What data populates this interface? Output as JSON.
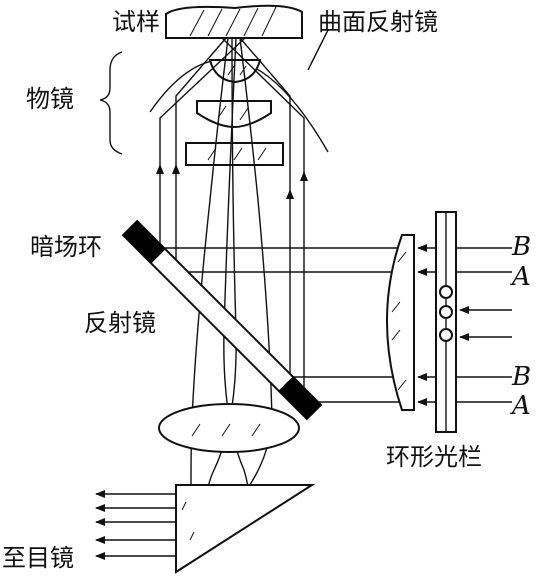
{
  "labels": {
    "sample": "试样",
    "curved_mirror": "曲面反射镜",
    "objective": "物镜",
    "dark_field_ring": "暗场环",
    "reflector": "反射镜",
    "annular_stop": "环形光栏",
    "to_eyepiece": "至目镜",
    "ray_b_top": "B",
    "ray_a_top": "A",
    "ray_b_bottom": "B",
    "ray_a_bottom": "A"
  },
  "colors": {
    "line": "#111111",
    "background": "#ffffff",
    "dark_ring": "#000000"
  }
}
